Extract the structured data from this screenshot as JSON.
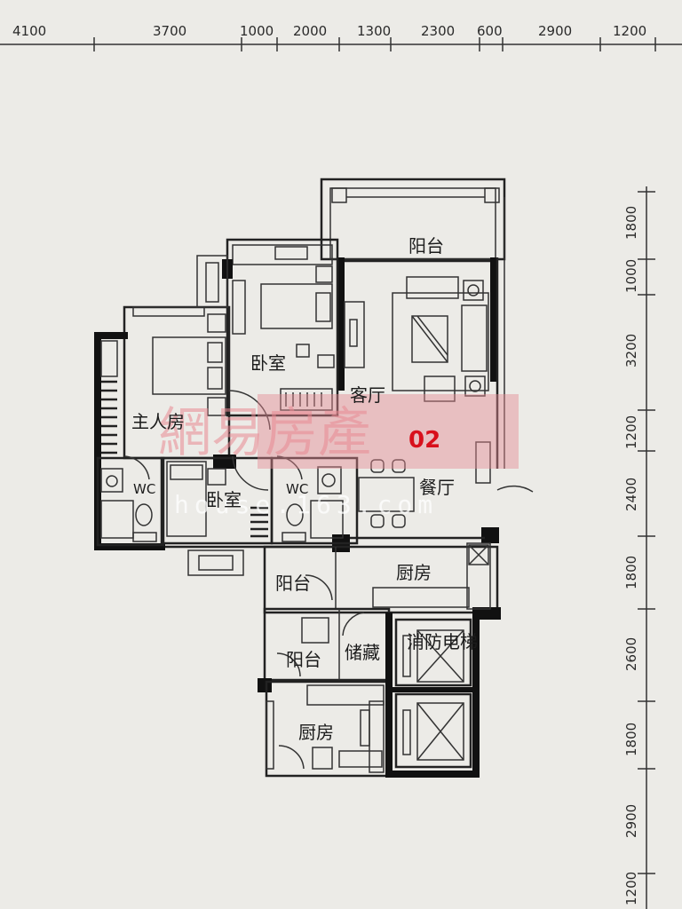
{
  "dimensions": {
    "top": [
      "4100",
      "3700",
      "1000",
      "2000",
      "1300",
      "2300",
      "600",
      "2900",
      "1200"
    ],
    "right": [
      "1800",
      "1000",
      "3200",
      "1200",
      "2400",
      "1800",
      "2600",
      "1800",
      "2900",
      "1200"
    ]
  },
  "rooms": {
    "balcony_top": "阳台",
    "bedroom_top": "卧室",
    "living_room": "客厅",
    "master_bedroom": "主人房",
    "wc_left": "WC",
    "bedroom_bottom": "卧室",
    "wc_right": "WC",
    "dining_room": "餐厅",
    "balcony_mid": "阳台",
    "kitchen_mid": "厨房",
    "balcony_low": "阳台",
    "storage": "储藏",
    "fire_elevator": "消防电梯",
    "kitchen_low": "厨房"
  },
  "unit_label": "02",
  "watermark": {
    "brand": "網易房產",
    "url": "house.163.com"
  }
}
